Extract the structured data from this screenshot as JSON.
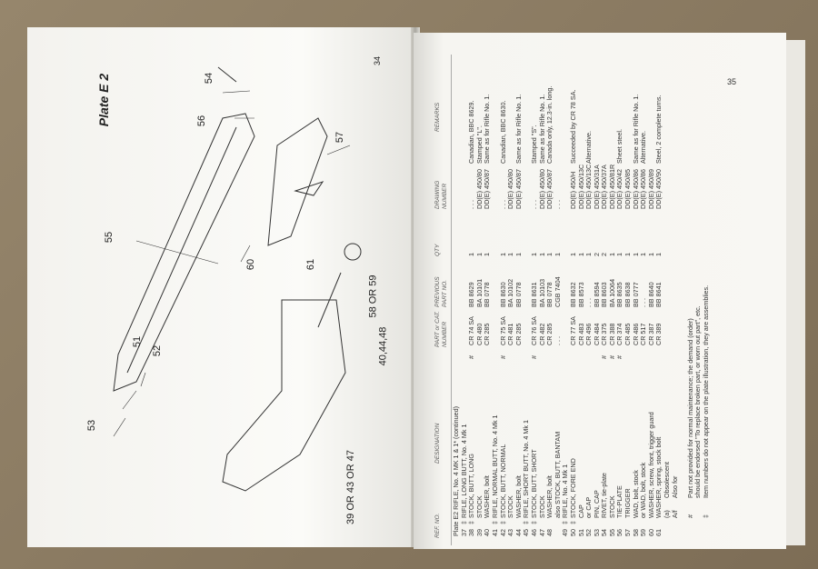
{
  "left_page": {
    "plate_title": "Plate E 2",
    "page_number": "34",
    "callouts": [
      "54",
      "56",
      "57",
      "55",
      "60",
      "61",
      "58 OR 59",
      "40,44,48",
      "51",
      "52",
      "53",
      "39 OR 43 OR 47"
    ]
  },
  "right_page": {
    "page_number": "35",
    "headers": {
      "ref": "REF. NO.",
      "designation": "DESIGNATION",
      "part": "PART or CAT. NUMBER",
      "previous": "PREVIOUS PART NO.",
      "qty": "QTY",
      "drawing": "DRAWING NUMBER",
      "remarks": "REMARKS"
    },
    "section_title": "Plate E2 RIFLE, No. 4 MK 1 & 1* (continued)",
    "rows": [
      {
        "ref": "37",
        "mk": "‡",
        "des": "RIFLE, LONG BUTT, No. 4 Mk 1",
        "hash": "",
        "part": "",
        "prev": "",
        "qty": "",
        "drw": "",
        "rem": ""
      },
      {
        "ref": "38",
        "mk": "‡",
        "des": "STOCK, BUTT, LONG",
        "hash": "#",
        "part": "CR 74 SA",
        "prev": "BB 8629",
        "qty": "1",
        "drw": ". . .",
        "rem": "Canadian, BBC 8629."
      },
      {
        "ref": "39",
        "mk": "",
        "des": "  STOCK",
        "hash": "",
        "part": "CR 480",
        "prev": "BA 10101",
        "qty": "1",
        "drw": "DD(E) 450/80",
        "rem": "Stamped \"L\"."
      },
      {
        "ref": "40",
        "mk": "",
        "des": "    WASHER, bolt",
        "hash": "",
        "part": "CR 285",
        "prev": "BB 0778",
        "qty": "1",
        "drw": "DD(E) 450/87",
        "rem": "Same as for Rifle No. 1."
      },
      {
        "ref": "41",
        "mk": "‡",
        "des": "RIFLE, NORMAL BUTT, No. 4 Mk 1",
        "hash": "",
        "part": "",
        "prev": "",
        "qty": "",
        "drw": "",
        "rem": ""
      },
      {
        "ref": "42",
        "mk": "‡",
        "des": "STOCK, BUTT, NORMAL",
        "hash": "#",
        "part": "CR 75 SA",
        "prev": "BB 8630",
        "qty": "1",
        "drw": ". . .",
        "rem": "Canadian, BBC 8630."
      },
      {
        "ref": "43",
        "mk": "",
        "des": "  STOCK",
        "hash": "",
        "part": "CR 481",
        "prev": "BA 10102",
        "qty": "1",
        "drw": "DD(E) 450/80",
        "rem": ""
      },
      {
        "ref": "44",
        "mk": "",
        "des": "    WASHER, bolt",
        "hash": "",
        "part": "CR 285",
        "prev": "BB 0778",
        "qty": "1",
        "drw": "DD(E) 450/87",
        "rem": "Same as for Rifle No. 1."
      },
      {
        "ref": "45",
        "mk": "‡",
        "des": "RIFLE, SHORT BUTT, No. 4 Mk 1",
        "hash": "",
        "part": "",
        "prev": "",
        "qty": "",
        "drw": "",
        "rem": ""
      },
      {
        "ref": "46",
        "mk": "‡",
        "des": "STOCK, BUTT, SHORT",
        "hash": "#",
        "part": "CR 76 SA",
        "prev": "BB 8631",
        "qty": "1",
        "drw": ". . .",
        "rem": "Stamped \"S\"."
      },
      {
        "ref": "47",
        "mk": "",
        "des": "  STOCK",
        "hash": "",
        "part": "CR 482",
        "prev": "BA 10103",
        "qty": "1",
        "drw": "DD(E) 450/80",
        "rem": "Same as for Rifle No. 1."
      },
      {
        "ref": "48",
        "mk": "",
        "des": "    WASHER, bolt",
        "hash": "",
        "part": "CR 285",
        "prev": "BB 0778",
        "qty": "1",
        "drw": "DD(E) 450/87",
        "rem": "Canada only, 12.3-in. long."
      },
      {
        "ref": "",
        "mk": "",
        "des": "also STOCK, BUTT, BANTAM",
        "hash": "",
        "part": ". . .",
        "prev": "CGB 7404",
        "qty": "1",
        "drw": ". . .",
        "rem": ""
      },
      {
        "ref": "49",
        "mk": "‡",
        "des": "RIFLE, No. 4 Mk 1",
        "hash": "",
        "part": "",
        "prev": "",
        "qty": "",
        "drw": "",
        "rem": ""
      },
      {
        "ref": "50",
        "mk": "‡",
        "des": "STOCK, FORE END",
        "hash": "",
        "part": "CR 77 SA",
        "prev": "BB 8632",
        "qty": "1",
        "drw": "DD(E) 450/H",
        "rem": "Succeeded by CR 78 SA."
      },
      {
        "ref": "51",
        "mk": "",
        "des": "  CAP",
        "hash": "",
        "part": "CR 483",
        "prev": "BB 8573",
        "qty": "1",
        "drw": "DD(E) 450/13C",
        "rem": ""
      },
      {
        "ref": "52",
        "mk": "",
        "des": "or CAP",
        "hash": "",
        "part": "CR 496",
        "prev": ". . .",
        "qty": "1",
        "drw": "DD(E) 450/13C",
        "rem": "Alternative."
      },
      {
        "ref": "53",
        "mk": "",
        "des": "    PIN, CAP",
        "hash": "",
        "part": "CR 484",
        "prev": "BB 8594",
        "qty": "2",
        "drw": "DD(E) 450/31A",
        "rem": ""
      },
      {
        "ref": "54",
        "mk": "",
        "des": "  RIVET, tie-plate",
        "hash": "#",
        "part": "CR 375",
        "prev": "BB 8603",
        "qty": "2",
        "drw": "DD(E) 450/37A",
        "rem": ""
      },
      {
        "ref": "55",
        "mk": "",
        "des": "  STOCK",
        "hash": "#",
        "part": "CR 388",
        "prev": "BA 10064",
        "qty": "1",
        "drw": "DD(E) 450/81R",
        "rem": ""
      },
      {
        "ref": "56",
        "mk": "",
        "des": "  TIE-PLATE",
        "hash": "#",
        "part": "CR 374",
        "prev": "BB 8635",
        "qty": "1",
        "drw": "DD(E) 450/42",
        "rem": "Sheet steel."
      },
      {
        "ref": "57",
        "mk": "",
        "des": "TRIGGER",
        "hash": "",
        "part": "CR 485",
        "prev": "BB 8638",
        "qty": "1",
        "drw": "DD(E) 450/85",
        "rem": ""
      },
      {
        "ref": "58",
        "mk": "",
        "des": "WAD, bolt, stock",
        "hash": "",
        "part": "CR 486",
        "prev": "BB 0777",
        "qty": "1",
        "drw": "DD(E) 450/86",
        "rem": "Same as for Rifle No. 1."
      },
      {
        "ref": "59",
        "mk": "",
        "des": "or WAD, bolt, stock",
        "hash": "",
        "part": "CR 517",
        "prev": ". . .",
        "qty": "1",
        "drw": "DD(E) 450/86",
        "rem": "Alternative."
      },
      {
        "ref": "60",
        "mk": "",
        "des": "WASHER, screw, front, trigger guard",
        "hash": "",
        "part": "CR 387",
        "prev": "BB 8640",
        "qty": "1",
        "drw": "DD(E) 450/89",
        "rem": ""
      },
      {
        "ref": "61",
        "mk": "",
        "des": "WASHER, spring, stock bolt",
        "hash": "",
        "part": "CR 389",
        "prev": "BB 8641",
        "qty": "1",
        "drw": "DD(E) 450/90",
        "rem": "Steel, 2 complete turns."
      }
    ],
    "footnotes": [
      {
        "sym": "(a)",
        "text": "Obsolescent"
      },
      {
        "sym": "A/f",
        "text": "Also for"
      },
      {
        "sym": "",
        "text": ""
      },
      {
        "sym": "#",
        "text": "Part not provided for normal maintenance; the demand (order)"
      },
      {
        "sym": "",
        "text": "should be endorsed \"To replace broken part, or worn out part\", etc."
      },
      {
        "sym": "‡",
        "text": "Item numbers do not appear on the plate illustration, they are assemblies."
      }
    ]
  }
}
